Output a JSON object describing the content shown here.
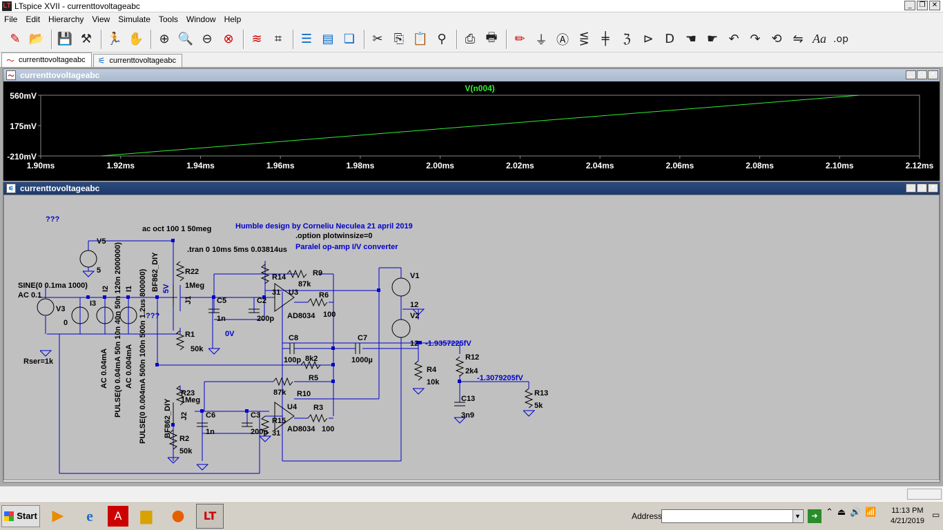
{
  "window": {
    "title": "LTspice XVII - currenttovoltageabc"
  },
  "menu": [
    "File",
    "Edit",
    "Hierarchy",
    "View",
    "Simulate",
    "Tools",
    "Window",
    "Help"
  ],
  "toolbar_icons": [
    "schematic-icon",
    "open-icon",
    "save-icon",
    "control-panel-icon",
    "run-icon",
    "halt-icon",
    "zoom-in-icon",
    "zoom-pan-icon",
    "zoom-out-icon",
    "zoom-fit-icon",
    "autorange-icon",
    "grid-icon",
    "tile-horizontal-icon",
    "tile-vertical-icon",
    "cascade-icon",
    "cut-icon",
    "copy-icon",
    "paste-icon",
    "find-icon",
    "print-setup-icon",
    "print-icon",
    "pencil-icon",
    "ground-icon",
    "label-icon",
    "resistor-icon",
    "capacitor-icon",
    "inductor-icon",
    "diode-icon",
    "component-icon",
    "move-icon",
    "drag-icon",
    "undo-icon",
    "redo-icon",
    "rotate-icon",
    "mirror-icon",
    "text-icon",
    "spice-directive-icon"
  ],
  "tabs": [
    {
      "label": "currenttovoltageabc",
      "icon": "waveform-icon"
    },
    {
      "label": "currenttovoltageabc",
      "icon": "schematic-icon"
    }
  ],
  "plot_window": {
    "title": "currenttovoltageabc",
    "trace_label": "V(n004)",
    "trace_color": "#33ee33"
  },
  "chart_data": {
    "type": "line",
    "title": "V(n004)",
    "series": [
      {
        "name": "V(n004)",
        "x": [
          1.915,
          2.105
        ],
        "y": [
          -210,
          560
        ]
      }
    ],
    "x_ticks": [
      "1.90ms",
      "1.92ms",
      "1.94ms",
      "1.96ms",
      "1.98ms",
      "2.00ms",
      "2.02ms",
      "2.04ms",
      "2.06ms",
      "2.08ms",
      "2.10ms",
      "2.12ms"
    ],
    "y_ticks": [
      "560mV",
      "175mV",
      "-210mV"
    ],
    "xlim": [
      1.9,
      2.12
    ],
    "ylim": [
      -210,
      560
    ]
  },
  "schematic_window": {
    "title": "currenttovoltageabc"
  },
  "schematic": {
    "qqq1": "???",
    "qqq2": "???",
    "ac_directive": "ac oct 100 1 50meg",
    "tran_directive": ".tran 0 10ms 5ms 0.03814us",
    "design_note": "Humble design by Corneliu Neculea 21 april 2019",
    "option_directive": ".option plotwinsize=0",
    "converter_note": "Paralel op-amp I/V converter",
    "sine": "SINE(0 0.1ma 1000)",
    "ac01": "AC 0.1",
    "v3": "V3",
    "v3_val": "0",
    "rser": "Rser=1k",
    "i3": "I3",
    "i2": "I2",
    "i1": "I1",
    "i2_pulse": "PULSE(0 0.04mA 50n 10n 40n 50n 120n 2000000)",
    "i2_ac": "AC 0.04mA",
    "i1_pulse": "PULSE(0 0.004mA 500n 100n 500n 1.2us 800000)",
    "i1_ac": "AC 0.004mA",
    "j1_model": "BF862_DIY",
    "j2_model": "BF862_DIY",
    "j1": "J1",
    "j2": "J2",
    "v5": "V5",
    "v5_val": "5",
    "five_v": "5V",
    "r22": "R22",
    "r22_val": "1Meg",
    "r1": "R1",
    "r1_val": "50k",
    "zero_v": "0V",
    "r14": "R14",
    "r14_val": "31",
    "r9": "R9",
    "r9_val": "87k",
    "c5": "C5",
    "c5_val": "1n",
    "c2": "C2",
    "c2_val": "200p",
    "u3": "U3",
    "u3_val": "AD8034",
    "r6": "R6",
    "r6_val": "100",
    "v1": "V1",
    "v1_val": "12",
    "v2": "V2",
    "v2_val": "12",
    "c8": "C8",
    "c8_val": "100p",
    "r5_val": "8k2",
    "r5": "R5",
    "c7": "C7",
    "c7_val": "1000µ",
    "node1": "-1.9357225fV",
    "r4": "R4",
    "r4_val": "10k",
    "r12": "R12",
    "r12_val": "2k4",
    "node2": "-1.3079205fV",
    "c13": "C13",
    "c13_val": "3n9",
    "r13": "R13",
    "r13_val": "5k",
    "r23": "R23",
    "r23_val": "1Meg",
    "r10_val": "87k",
    "r10": "R10",
    "c6": "C6",
    "c6_val": "1n",
    "c3": "C3",
    "c3_val": "200p",
    "u4": "U4",
    "u4_val": "AD8034",
    "r3": "R3",
    "r3_val": "100",
    "r15": "R15",
    "r15_val": "31",
    "r2": "R2",
    "r2_val": "50k"
  },
  "taskbar": {
    "start": "Start",
    "address_label": "Address",
    "time": "11:13 PM",
    "date": "4/21/2019"
  }
}
